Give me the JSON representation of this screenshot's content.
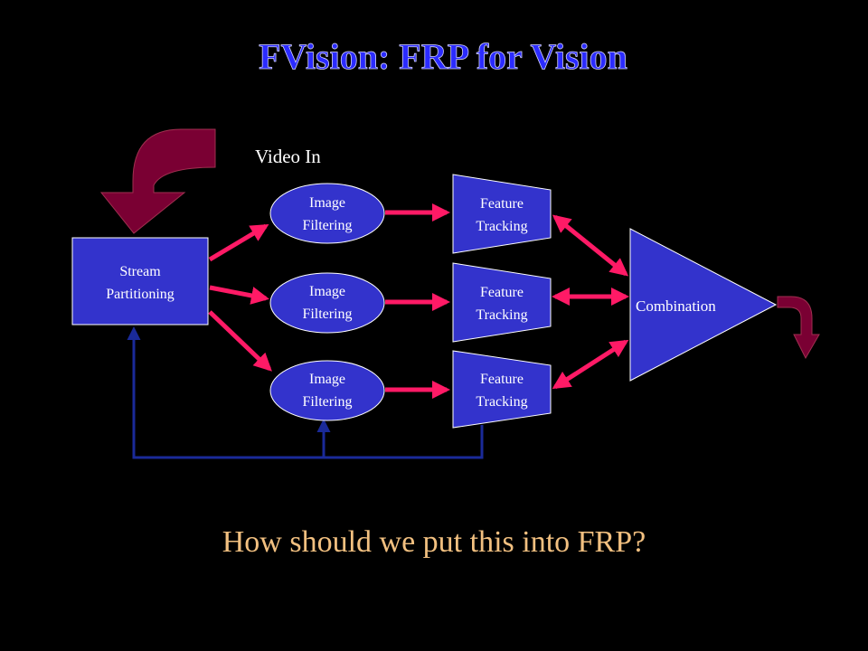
{
  "slide": {
    "title": "FVision: FRP for Vision",
    "question": "How should we put this into FRP?",
    "colors": {
      "background": "#000000",
      "title_fill": "#2b2bff",
      "node_fill": "#3333cc",
      "flow_arrow": "#ff1a66",
      "feedback_line": "#1a2a99",
      "curved_arrow": "#7a0033",
      "question_text": "#f2c080"
    }
  },
  "diagram": {
    "video_in_label": "Video In",
    "stream_partitioning": {
      "line1": "Stream",
      "line2": "Partitioning"
    },
    "image_filters": [
      {
        "line1": "Image",
        "line2": "Filtering"
      },
      {
        "line1": "Image",
        "line2": "Filtering"
      },
      {
        "line1": "Image",
        "line2": "Filtering"
      }
    ],
    "feature_trackers": [
      {
        "line1": "Feature",
        "line2": "Tracking"
      },
      {
        "line1": "Feature",
        "line2": "Tracking"
      },
      {
        "line1": "Feature",
        "line2": "Tracking"
      }
    ],
    "combination": {
      "label": "Combination"
    }
  }
}
